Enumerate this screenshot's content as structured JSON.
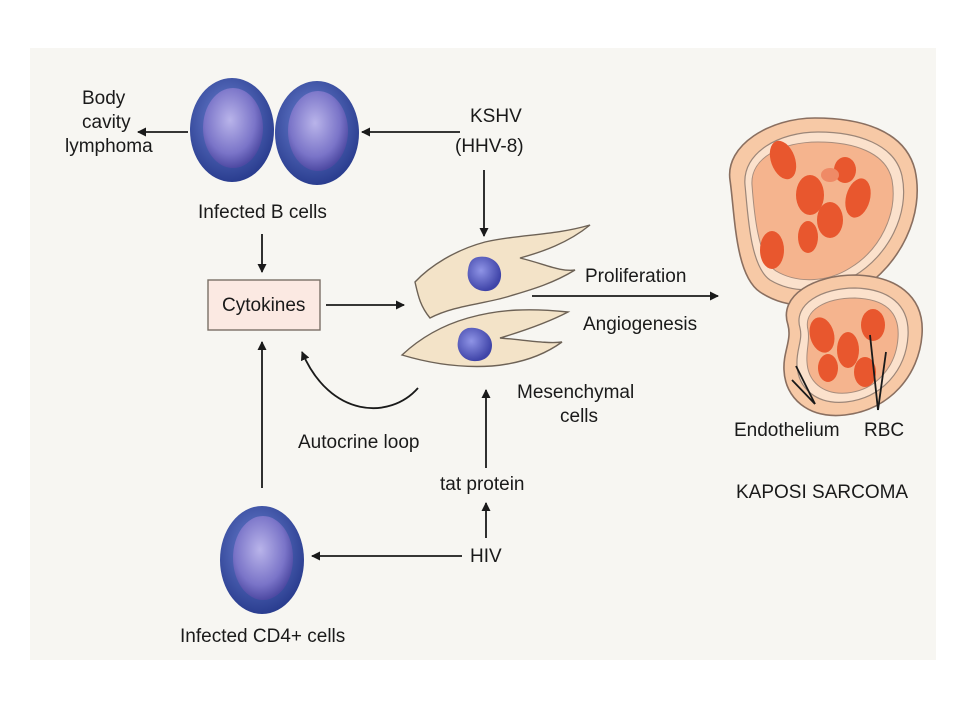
{
  "diagram": {
    "kshv": "KSHV",
    "hhv8": "(HHV-8)",
    "body_cavity_1": "Body",
    "body_cavity_2": "cavity",
    "body_cavity_3": "lymphoma",
    "infected_b_cells": "Infected B cells",
    "cytokines": "Cytokines",
    "autocrine_loop": "Autocrine loop",
    "proliferation": "Proliferation",
    "angiogenesis": "Angiogenesis",
    "mesenchymal_1": "Mesenchymal",
    "mesenchymal_2": "cells",
    "tat_protein": "tat protein",
    "hiv": "HIV",
    "infected_cd4_cells": "Infected CD4+ cells",
    "endothelium": "Endothelium",
    "rbc": "RBC",
    "kaposi_sarcoma": "KAPOSI SARCOMA"
  },
  "colors": {
    "lymphocyte_outer": "#4a5bb0",
    "lymphocyte_inner": "#8a86d4",
    "nucleus": "#5e62c6",
    "mesenchymal_fill": "#f3e3c8",
    "vessel_fill": "#f7c9a6",
    "rbc": "#e8572e",
    "cytokine_box": "#fbe9e2"
  },
  "icons": [
    "lymphocyte-icon",
    "mesenchymal-cell-icon",
    "blood-vessel-icon",
    "red-blood-cell-icon",
    "arrow-icon"
  ]
}
